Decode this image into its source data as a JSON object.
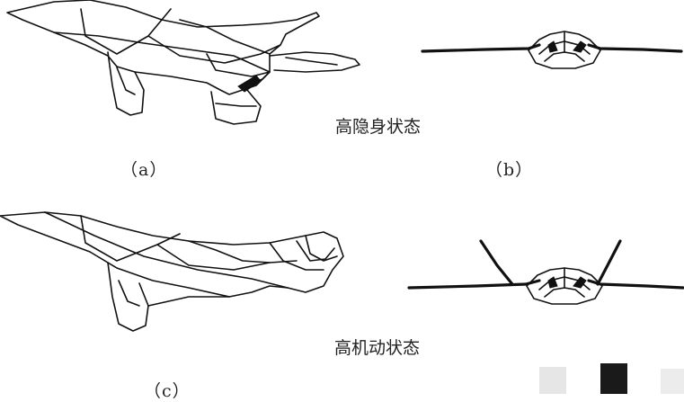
{
  "figure": {
    "panels": [
      {
        "id": "a",
        "caption": "（a）"
      },
      {
        "id": "b",
        "caption": "（b）"
      },
      {
        "id": "c",
        "caption": "（c）"
      }
    ],
    "states": {
      "stealth": "高隐身状态",
      "maneuver": "高机动状态"
    }
  },
  "colors": {
    "ink": "#111111",
    "background": "#ffffff",
    "swatch_light": "#e6e6e6",
    "swatch_dark": "#1a1a1a"
  }
}
